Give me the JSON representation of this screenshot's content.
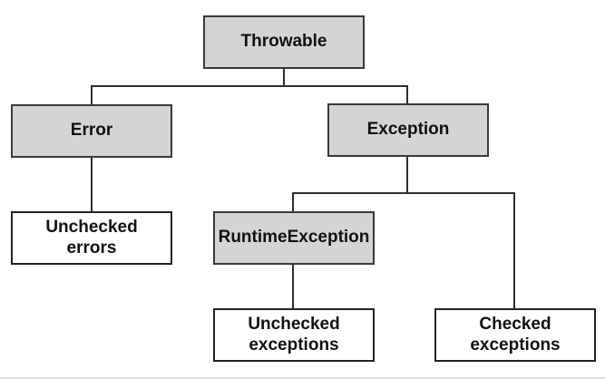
{
  "diagram": {
    "type": "hierarchy-tree",
    "colors": {
      "background": "#ffffff",
      "gray_node_fill": "#d4d4d4",
      "gray_node_border": "#3a3a3a",
      "white_node_fill": "#ffffff",
      "white_node_border": "#222222",
      "edge_line": "#2e2e2e",
      "text": "#111111"
    },
    "nodes": [
      {
        "id": "throwable",
        "label": "Throwable",
        "variant": "gray"
      },
      {
        "id": "error",
        "label": "Error",
        "variant": "gray"
      },
      {
        "id": "exception",
        "label": "Exception",
        "variant": "gray"
      },
      {
        "id": "unchecked-errors",
        "label": "Unchecked\nerrors",
        "variant": "white"
      },
      {
        "id": "runtime-exception",
        "label": "RuntimeException",
        "variant": "gray"
      },
      {
        "id": "unchecked-exceptions",
        "label": "Unchecked\nexceptions",
        "variant": "white"
      },
      {
        "id": "checked-exceptions",
        "label": "Checked\nexceptions",
        "variant": "white"
      }
    ],
    "edges": [
      {
        "from": "throwable",
        "to": "error"
      },
      {
        "from": "throwable",
        "to": "exception"
      },
      {
        "from": "error",
        "to": "unchecked-errors"
      },
      {
        "from": "exception",
        "to": "runtime-exception"
      },
      {
        "from": "exception",
        "to": "checked-exceptions"
      },
      {
        "from": "runtime-exception",
        "to": "unchecked-exceptions"
      }
    ]
  }
}
